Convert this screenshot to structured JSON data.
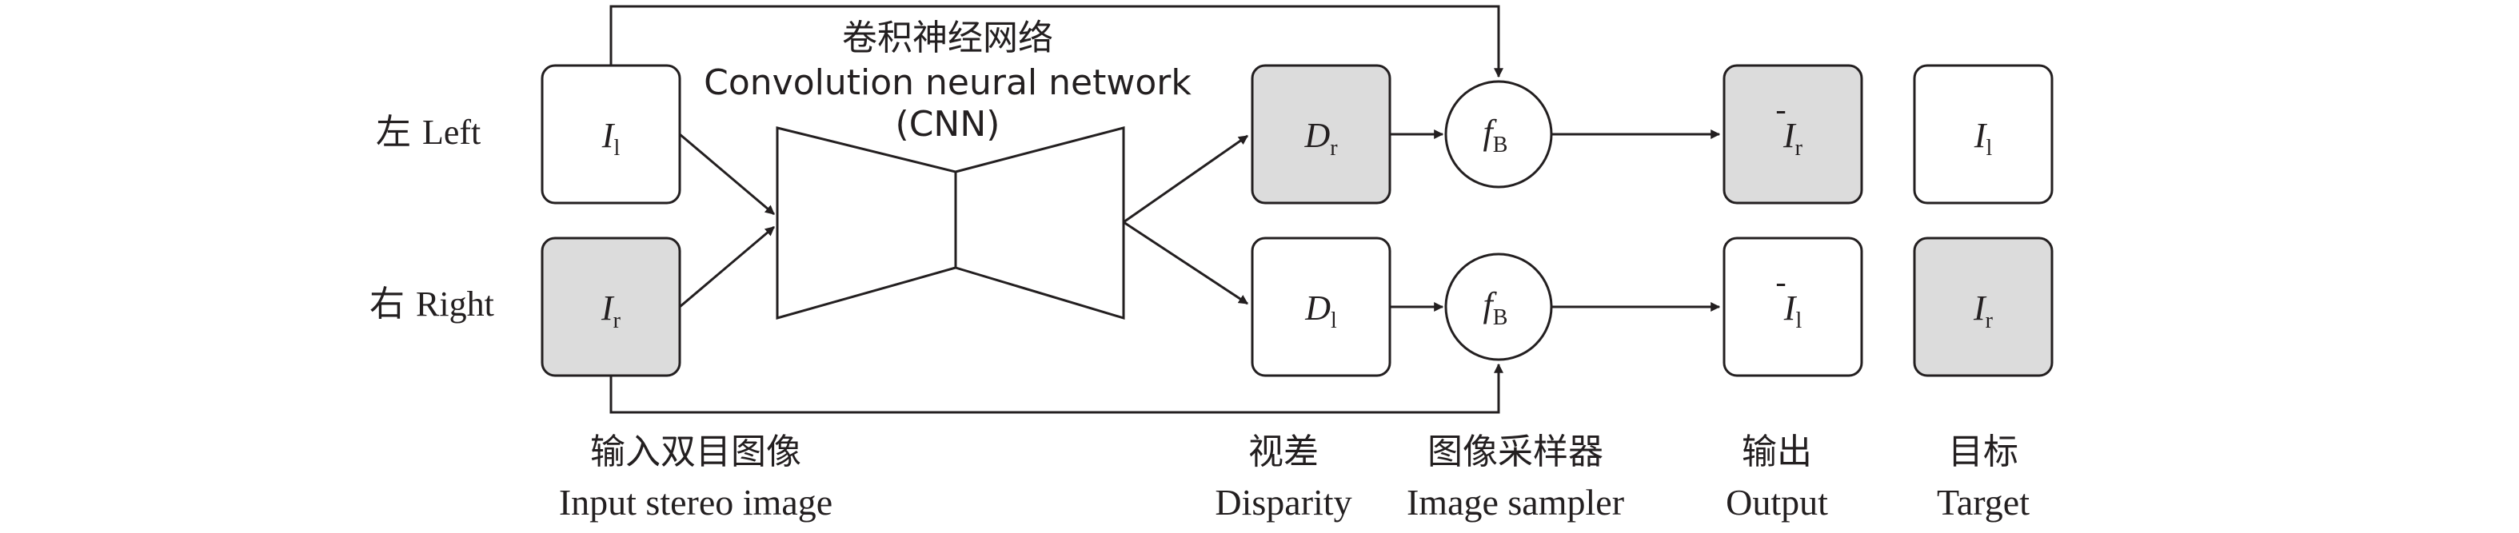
{
  "colors": {
    "gray_fill": "#dcdcdc",
    "white_fill": "#ffffff",
    "stroke": "#231f20"
  },
  "rows": {
    "left": {
      "cn": "左",
      "en": "Left"
    },
    "right": {
      "cn": "右",
      "en": "Right"
    }
  },
  "cnn": {
    "title_cn": "卷积神经网络",
    "title_en": "Convolution neural network",
    "abbr": "(CNN)"
  },
  "boxes": {
    "input_left": {
      "sym": "I",
      "sub": "l"
    },
    "input_right": {
      "sym": "I",
      "sub": "r"
    },
    "disp_right": {
      "sym": "D",
      "sub": "r"
    },
    "disp_left": {
      "sym": "D",
      "sub": "l"
    },
    "sampler_top": {
      "sym": "f",
      "sub": "B"
    },
    "sampler_bottom": {
      "sym": "f",
      "sub": "B"
    },
    "output_top": {
      "sym": "I",
      "sub": "r",
      "bar": "-"
    },
    "output_bottom": {
      "sym": "I",
      "sub": "l",
      "bar": "-"
    },
    "target_top": {
      "sym": "I",
      "sub": "l"
    },
    "target_bottom": {
      "sym": "I",
      "sub": "r"
    }
  },
  "captions": {
    "input": {
      "cn": "输入双目图像",
      "en": "Input stereo image"
    },
    "disparity": {
      "cn": "视差",
      "en": "Disparity"
    },
    "sampler": {
      "cn": "图像采样器",
      "en": "Image sampler"
    },
    "output": {
      "cn": "输出",
      "en": "Output"
    },
    "target": {
      "cn": "目标",
      "en": "Target"
    }
  }
}
